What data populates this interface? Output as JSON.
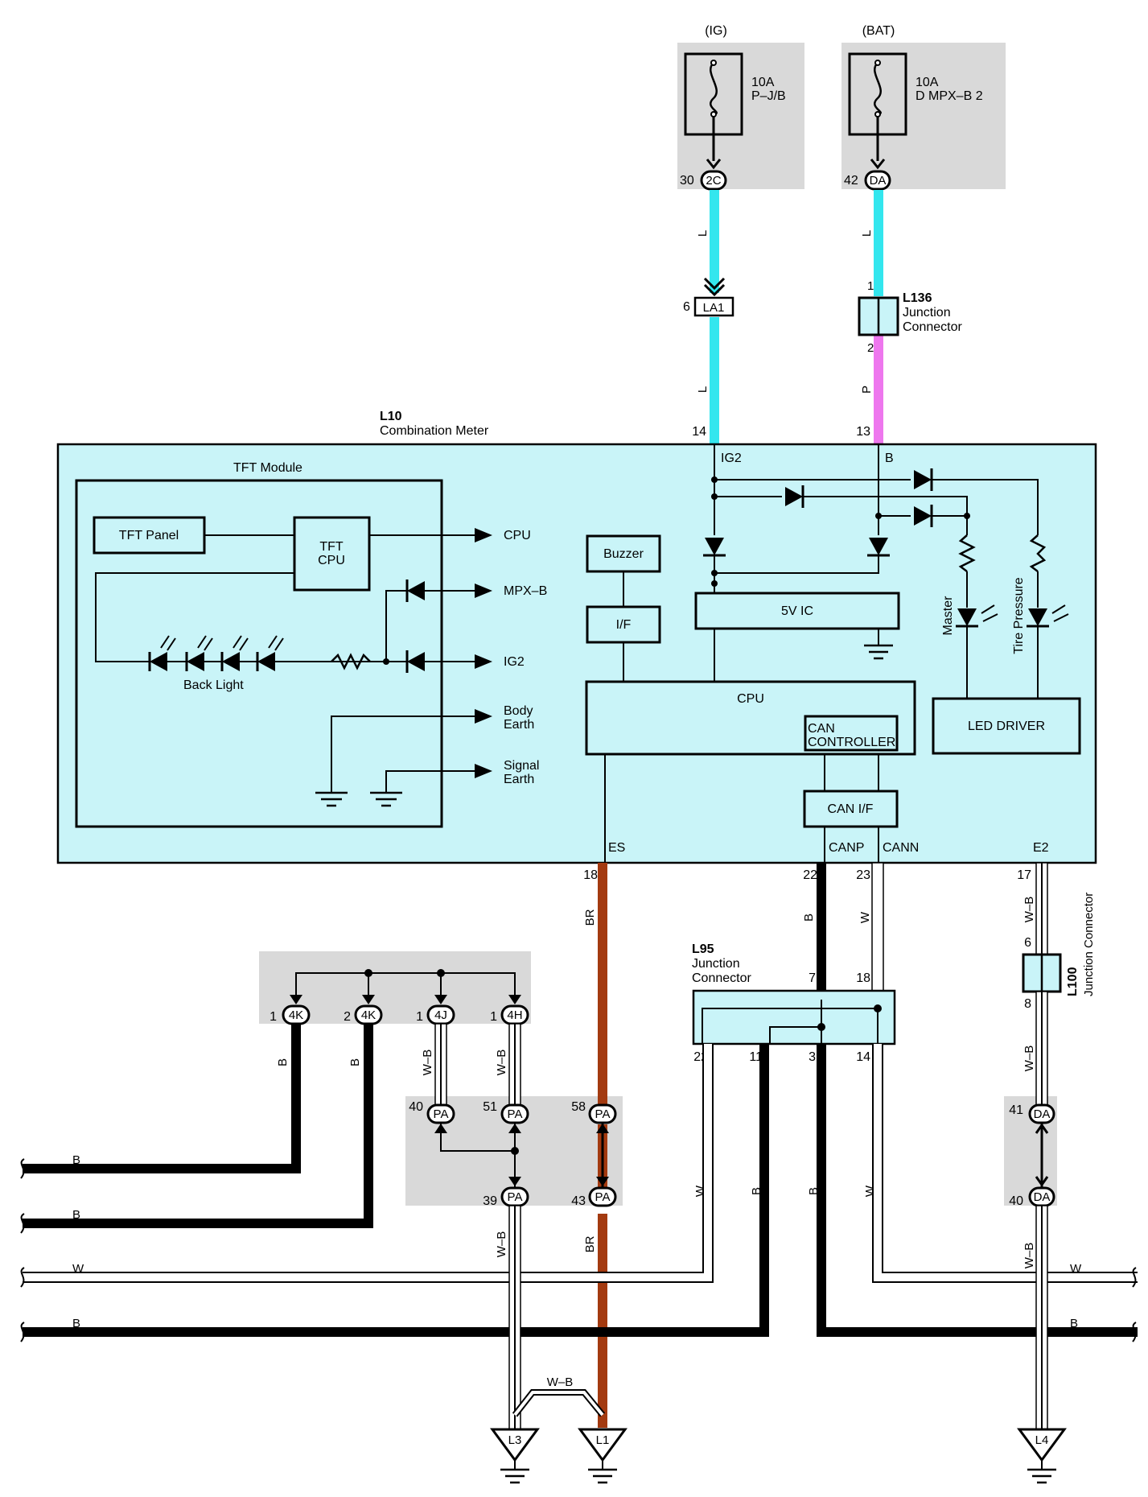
{
  "power": {
    "ig_label": "(IG)",
    "bat_label": "(BAT)",
    "ig_fuse_rating": "10A",
    "ig_fuse_name": "P–J/B",
    "bat_fuse_rating": "10A",
    "bat_fuse_name": "D MPX–B 2",
    "ig_conn_pin": "30",
    "ig_conn_name": "2C",
    "bat_conn_pin": "42",
    "bat_conn_name": "DA"
  },
  "wires": {
    "L": "L",
    "P": "P",
    "BR": "BR",
    "B": "B",
    "W": "W",
    "WB": "W–B"
  },
  "colors": {
    "L": "#33e6ee",
    "P": "#ee77ee",
    "BR": "#a33a10",
    "B": "#000000",
    "W": "#ffffff",
    "module_fill": "#c9f4f8",
    "splice_fill": "#d9d9d9"
  },
  "connectors": {
    "la1_pin": "6",
    "la1_name": "LA1",
    "l136_code": "L136",
    "l136_name1": "Junction",
    "l136_name2": "Connector",
    "l136_pin1": "1",
    "l136_pin2": "2",
    "l95_code": "L95",
    "l95_name1": "Junction",
    "l95_name2": "Connector",
    "l95_pins": [
      "7",
      "18",
      "22",
      "11",
      "3",
      "14"
    ],
    "l100_code": "L100",
    "l100_name": "Junction Connector",
    "l100_pin1": "6",
    "l100_pin2": "8"
  },
  "meter": {
    "code": "L10",
    "name": "Combination Meter",
    "pin_ig2": "14",
    "pin_b": "13",
    "label_ig2": "IG2",
    "label_b": "B",
    "pin_es": "18",
    "pin_canp": "22",
    "pin_cann": "23",
    "pin_e2": "17",
    "label_es": "ES",
    "label_canp": "CANP",
    "label_cann": "CANN",
    "label_e2": "E2",
    "tft_module": "TFT Module",
    "tft_panel": "TFT Panel",
    "tft_cpu_1": "TFT",
    "tft_cpu_2": "CPU",
    "back_light": "Back Light",
    "out_cpu": "CPU",
    "out_mpxb": "MPX–B",
    "out_ig2": "IG2",
    "out_body_1": "Body",
    "out_body_2": "Earth",
    "out_sig_1": "Signal",
    "out_sig_2": "Earth",
    "buzzer": "Buzzer",
    "if": "I/F",
    "ic5v": "5V IC",
    "cpu": "CPU",
    "can_ctrl_1": "CAN",
    "can_ctrl_2": "CONTROLLER",
    "can_if": "CAN I/F",
    "led_driver": "LED DRIVER",
    "master": "Master",
    "tire_pressure": "Tire Pressure"
  },
  "splices": {
    "top": [
      {
        "pin": "1",
        "name": "4K"
      },
      {
        "pin": "2",
        "name": "4K"
      },
      {
        "pin": "1",
        "name": "4J"
      },
      {
        "pin": "1",
        "name": "4H"
      }
    ],
    "pa_top": [
      {
        "pin": "40",
        "name": "PA"
      },
      {
        "pin": "51",
        "name": "PA"
      },
      {
        "pin": "58",
        "name": "PA"
      }
    ],
    "pa_bottom": [
      {
        "pin": "39",
        "name": "PA"
      },
      {
        "pin": "43",
        "name": "PA"
      }
    ],
    "da_top": {
      "pin": "41",
      "name": "DA"
    },
    "da_bottom": {
      "pin": "40",
      "name": "DA"
    }
  },
  "grounds": [
    "L3",
    "L1",
    "L4"
  ]
}
